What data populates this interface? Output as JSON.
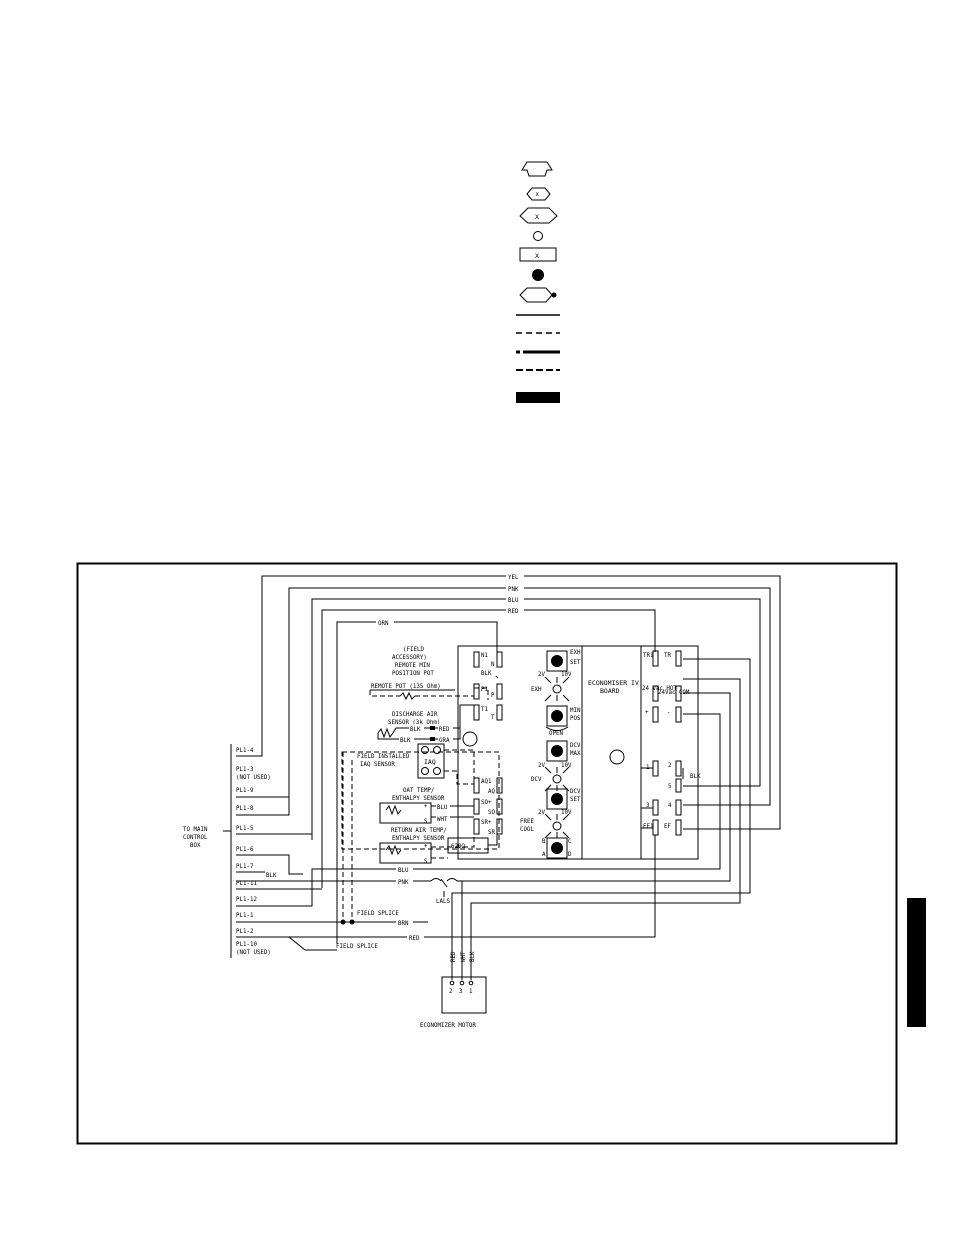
{
  "wire_labels": {
    "yel": "YEL",
    "pnk": "PNK",
    "blu": "BLU",
    "red": "RED",
    "orn": "ORN",
    "blk": "BLK",
    "gra": "GRA",
    "wht": "WHT",
    "brn": "BRN"
  },
  "field_pot": {
    "line1": "(FIELD",
    "line2": "ACCESSORY)",
    "line3": "REMOTE MIN",
    "line4": "POSITION POT",
    "value": "REMOTE POT (135 Ohm)"
  },
  "discharge_sensor": {
    "line1": "DISCHARGE AIR",
    "line2": "SENSOR (3k Ohm)"
  },
  "iaq_sensor": {
    "line1": "FIELD INSTALLED",
    "line2": "IAQ SENSOR",
    "label": "IAQ"
  },
  "oat_sensor": {
    "line1": "OAT TEMP/",
    "line2": "ENTHALPY SENSOR"
  },
  "return_sensor": {
    "line1": "RETURN AIR TEMP/",
    "line2": "ENTHALPY SENSOR"
  },
  "board": {
    "title1": "ECONOMISER IV",
    "title2": "BOARD"
  },
  "terminals": {
    "n1": "N1",
    "n": "N",
    "p1": "P1",
    "p": "P",
    "t1": "T1",
    "t": "T",
    "ad1": "AQ1",
    "ad": "AQ",
    "so_plus": "SO+",
    "so": "SO",
    "sr_plus": "SR+",
    "sr": "SR",
    "tr1": "TR1",
    "tr": "TR",
    "vac_hot": "24 Vac HOT",
    "vac_com": "24Vac COM",
    "plus": "+",
    "minus": "-",
    "t1r": "1",
    "t2": "2",
    "t3": "3",
    "t4": "4",
    "t5": "5",
    "ef1": "EF1",
    "ef": "EF",
    "resistor": "620Ω",
    "s": "S",
    "plus_small": "+"
  },
  "controls": {
    "exh_set": [
      "EXH",
      "SET"
    ],
    "exh": "EXH",
    "min_pos": [
      "MIN",
      "POS"
    ],
    "open": "OPEN",
    "dcv_max": [
      "DCV",
      "MAX"
    ],
    "dcv": "DCV",
    "dcv_set": [
      "DCV",
      "SET"
    ],
    "free_cool": [
      "FREE",
      "COOL"
    ],
    "v2": "2V",
    "v10": "10V",
    "a": "A",
    "b": "B",
    "c": "C",
    "d": "D"
  },
  "plugs": {
    "pl1_4": "PL1-4",
    "pl1_3": "PL1-3",
    "not_used": "(NOT USED)",
    "pl1_9": "PL1-9",
    "pl1_8": "PL1-8",
    "pl1_5": "PL1-5",
    "pl1_6": "PL1-6",
    "pl1_7": "PL1-7",
    "pl1_11": "PL1-11",
    "pl1_12": "PL1-12",
    "pl1_1": "PL1-1",
    "pl1_2": "PL1-2",
    "pl1_10": "PL1-10"
  },
  "to_main": [
    "TO MAIN",
    "CONTROL",
    "BOX"
  ],
  "splice": "FIELD SPLICE",
  "lals": "LALS",
  "motor": {
    "label": "ECONOMIZER MOTOR",
    "pins": [
      "2",
      "3",
      "1"
    ]
  }
}
